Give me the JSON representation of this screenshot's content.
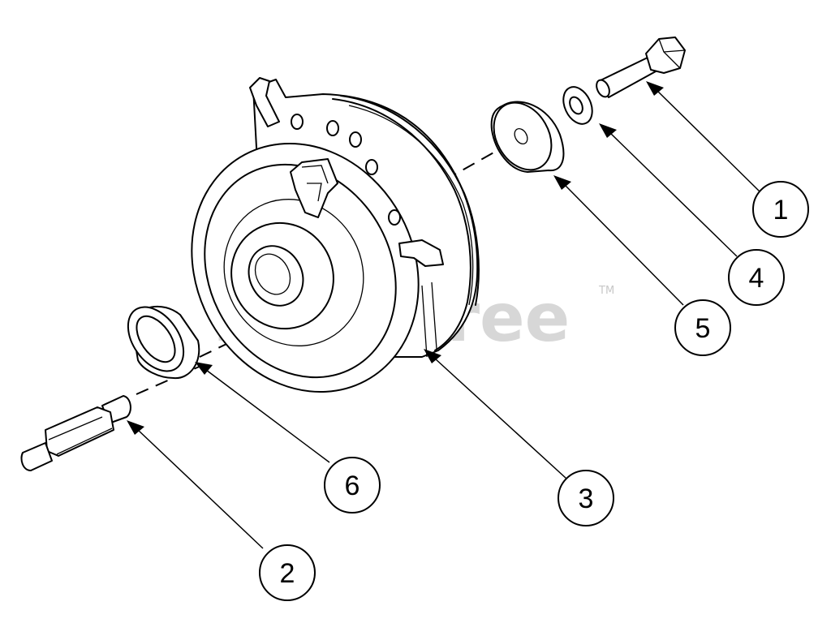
{
  "watermark": {
    "text": "PartsTree",
    "tm": "TM"
  },
  "callouts": [
    {
      "id": "1",
      "label": "1",
      "part": "bolt"
    },
    {
      "id": "2",
      "label": "2",
      "part": "adapter"
    },
    {
      "id": "3",
      "label": "3",
      "part": "clutch"
    },
    {
      "id": "4",
      "label": "4",
      "part": "lock-washer"
    },
    {
      "id": "5",
      "label": "5",
      "part": "flat-washer"
    },
    {
      "id": "6",
      "label": "6",
      "part": "spacer"
    }
  ]
}
